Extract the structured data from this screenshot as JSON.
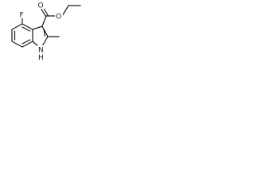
{
  "molecule": {
    "atoms": {
      "fluorine": "F",
      "carbonyl_oxygen": "O",
      "ester_oxygen": "O",
      "nitrogen_h": "H",
      "nitrogen": "N"
    }
  }
}
